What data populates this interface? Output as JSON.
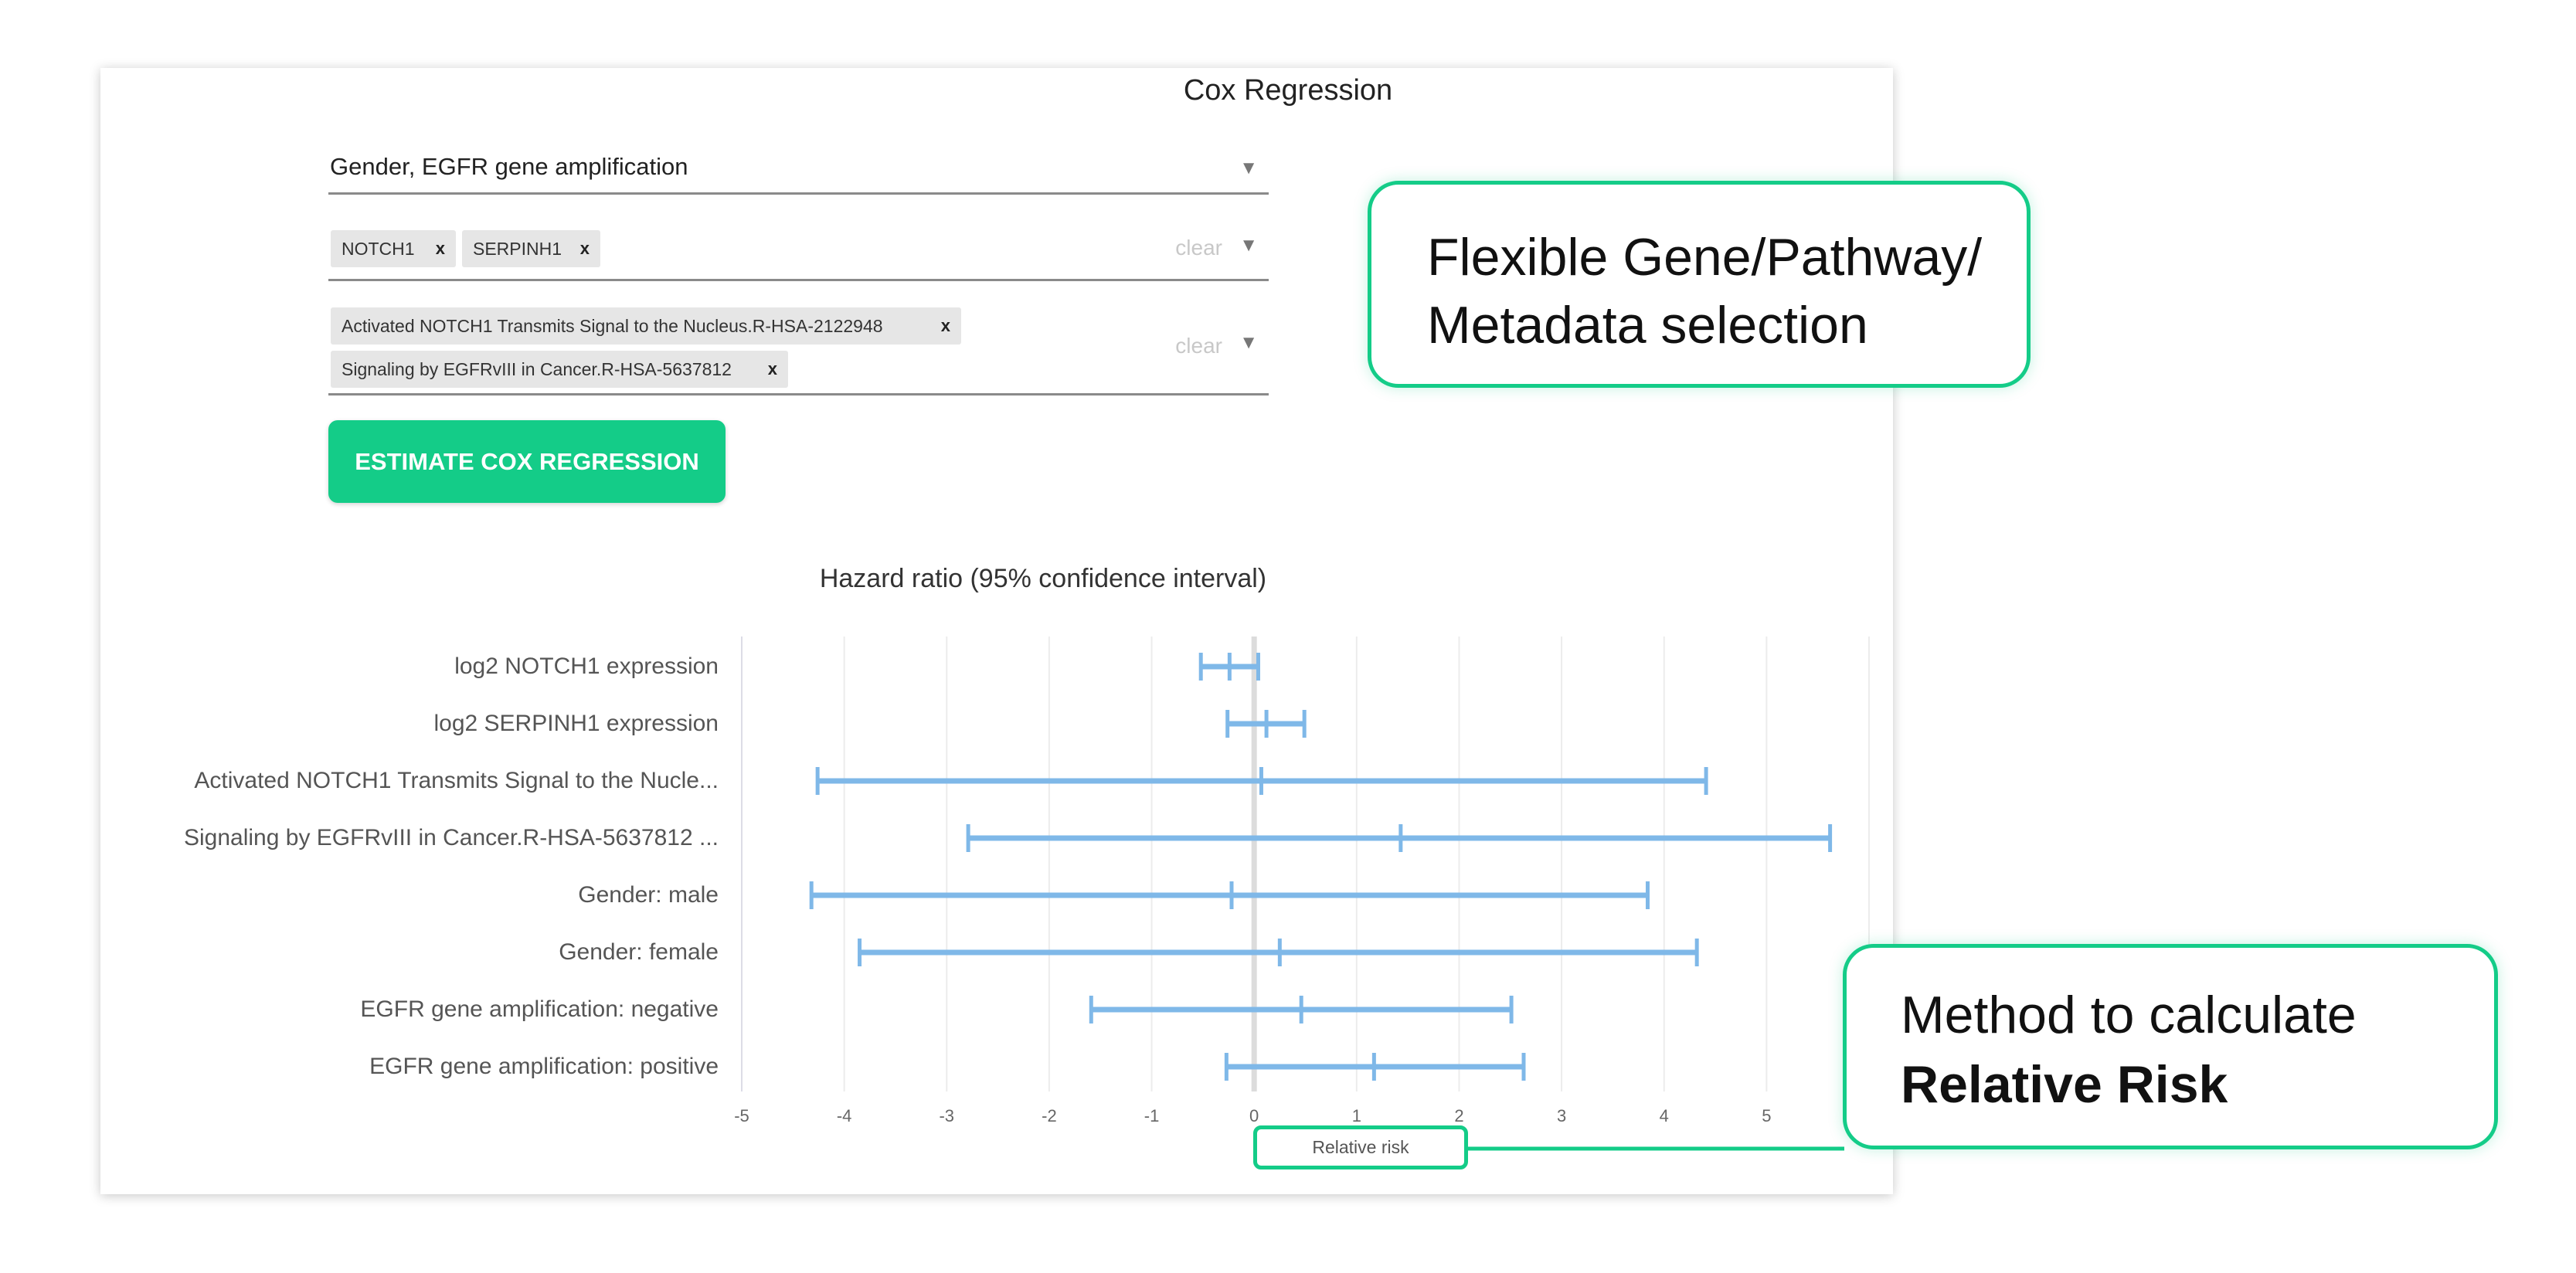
{
  "page_title": "Cox Regression",
  "metadata_select": {
    "value": "Gender, EGFR gene amplification"
  },
  "gene_select": {
    "chips": [
      "NOTCH1",
      "SERPINH1"
    ],
    "clear_label": "clear"
  },
  "pathway_select": {
    "chips": [
      "Activated NOTCH1 Transmits Signal to the Nucleus.R-HSA-2122948",
      "Signaling by EGFRvIII in Cancer.R-HSA-5637812"
    ],
    "clear_label": "clear"
  },
  "chip_remove_glyph": "x",
  "estimate_button": "ESTIMATE COX REGRESSION",
  "callouts": {
    "selection": [
      "Flexible Gene/Pathway/",
      "Metadata selection"
    ],
    "method": [
      "Method to calculate",
      "Relative Risk"
    ]
  },
  "colors": {
    "accent": "#14cc88",
    "error_bar": "#7fb8e8"
  },
  "chart_data": {
    "type": "forest",
    "title": "Hazard ratio (95% confidence interval)",
    "xlabel": "Relative risk",
    "xlim": [
      -5,
      6
    ],
    "xticks": [
      "-5",
      "-4",
      "-3",
      "-2",
      "-1",
      "0",
      "1",
      "2",
      "3",
      "4",
      "5"
    ],
    "grid": true,
    "categories": [
      "log2 NOTCH1 expression",
      "log2 SERPINH1 expression",
      "Activated NOTCH1 Transmits Signal to the Nucle...",
      "Signaling by EGFRvIII in Cancer.R-HSA-5637812 ...",
      "Gender: male",
      "Gender: female",
      "EGFR gene amplification: negative",
      "EGFR gene amplification: positive"
    ],
    "lower": [
      -0.52,
      -0.26,
      -4.26,
      -2.79,
      -4.32,
      -3.85,
      -1.59,
      -0.27
    ],
    "estimate": [
      -0.24,
      0.12,
      0.07,
      1.43,
      -0.22,
      0.25,
      0.46,
      1.17
    ],
    "upper": [
      0.04,
      0.49,
      4.41,
      5.62,
      3.84,
      4.32,
      2.51,
      2.63
    ]
  }
}
